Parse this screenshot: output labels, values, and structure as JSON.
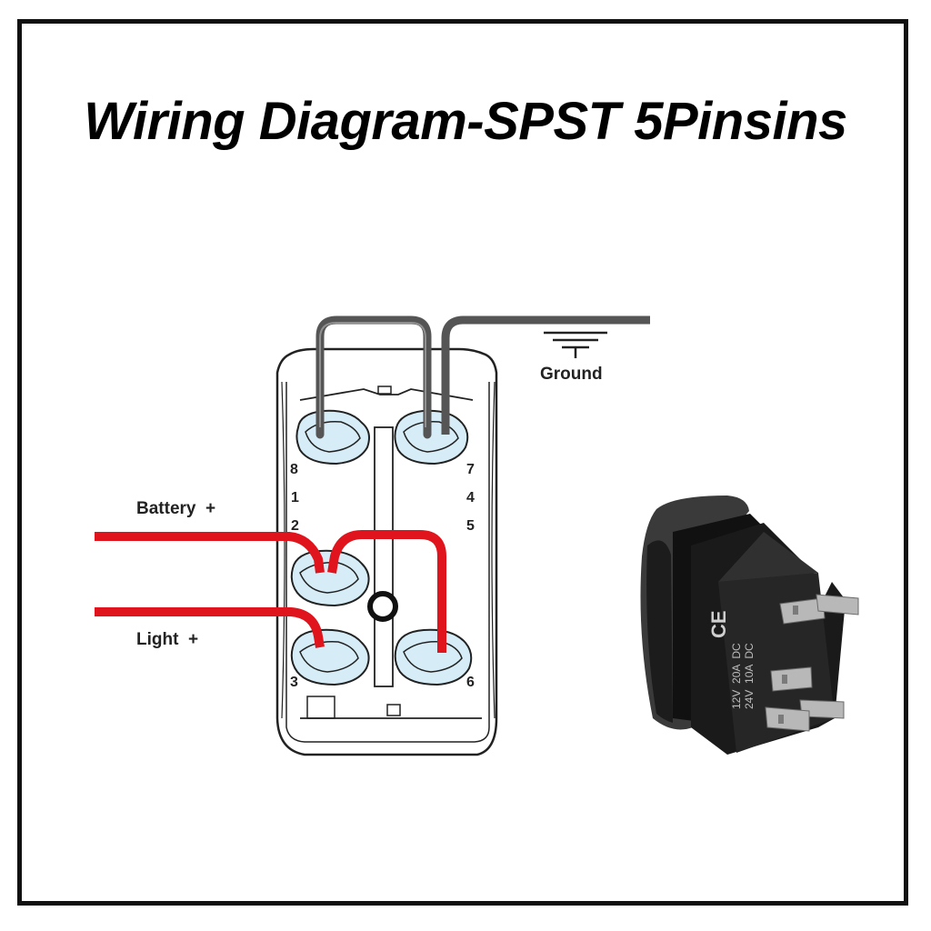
{
  "title": "Wiring Diagram-SPST 5Pinsins",
  "labels": {
    "battery": "Battery  +",
    "light": "Light  +",
    "ground": "Ground"
  },
  "pins": {
    "p1": "1",
    "p2": "2",
    "p3": "3",
    "p4": "4",
    "p5": "5",
    "p6": "6",
    "p7": "7",
    "p8": "8"
  },
  "switch_markings": {
    "ce": "CE",
    "line1": "12V  20A  DC",
    "line2": "24V  10A  DC"
  },
  "colors": {
    "wire_power": "#e0141c",
    "wire_ground": "#555555",
    "terminal": "#d6ecf6",
    "outline": "#222222"
  }
}
